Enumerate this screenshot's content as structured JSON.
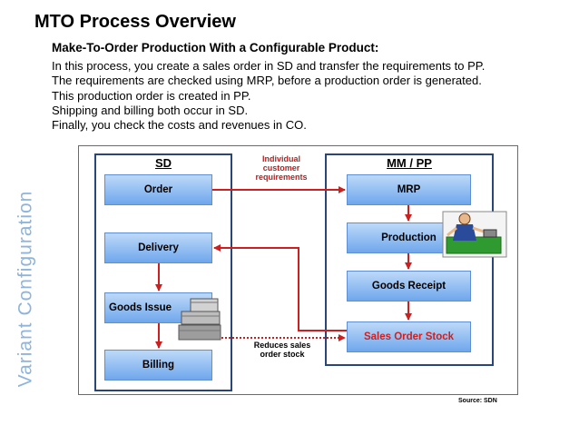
{
  "sidebar": {
    "vertical_label": "Variant Configuration"
  },
  "slide": {
    "title": "MTO Process Overview",
    "subtitle": "Make-To-Order Production With a Configurable Product:",
    "lines": [
      "In this process, you create a sales order in SD and transfer the requirements to PP.",
      "The requirements are checked using MRP, before a production order is generated.",
      "This production order is created in PP.",
      "Shipping and billing both occur in SD.",
      "Finally, you check the costs and revenues in CO."
    ]
  },
  "diagram": {
    "groups": {
      "sd": {
        "title": "SD"
      },
      "mmpp": {
        "title": "MM / PP"
      }
    },
    "boxes": {
      "order": "Order",
      "delivery": "Delivery",
      "goods_issue": "Goods Issue",
      "billing": "Billing",
      "mrp": "MRP",
      "production": "Production",
      "goods_receipt": "Goods Receipt",
      "sales_order_stock": "Sales Order Stock"
    },
    "annotations": {
      "requirements": [
        "Individual",
        "customer",
        "requirements"
      ],
      "reduces": [
        "Reduces sales",
        "order stock"
      ]
    },
    "source": "Source: SDN",
    "colors": {
      "frame": "#2a4678",
      "box_top": "#bdd9f8",
      "box_bottom": "#6fa7ec",
      "arrow": "#cc1f1f",
      "highlight_text": "#cc2222"
    }
  }
}
